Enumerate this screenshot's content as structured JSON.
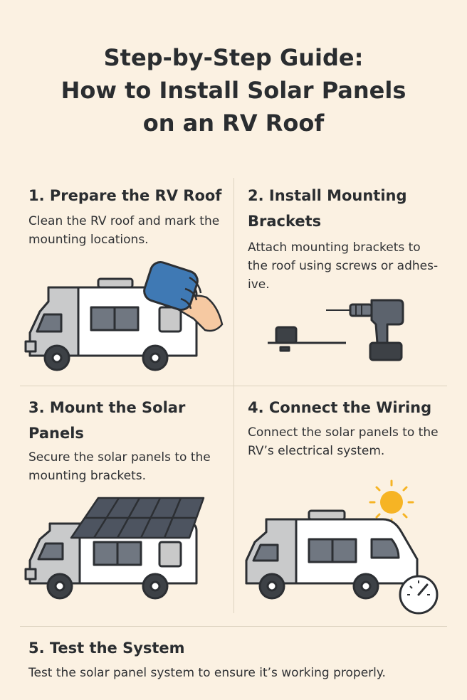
{
  "title": {
    "line1": "Step-by-Step Guide:",
    "line2": "How to Install Solar Panels",
    "line3": "on an RV Roof"
  },
  "steps": [
    {
      "title": "1. Prepare the RV Roof",
      "text": "Clean the RV roof and mark the mounting locations.",
      "illustration": "rv-cleaning-sponge"
    },
    {
      "title": "2. Install Mounting Brackets",
      "text": "Attach mounting brackets to the roof using screws or adhes-ive.",
      "illustration": "drill-bracket"
    },
    {
      "title": "3. Mount the Solar Panels",
      "text": "Secure the solar panels to the mounting brackets.",
      "illustration": "rv-solar-panels"
    },
    {
      "title": "4. Connect the Wiring",
      "text": "Connect the solar panels to the RV’s electrical system.",
      "illustration": "rv-sun-meter"
    },
    {
      "title": "5. Test the System",
      "text": "Test the solar panel system to ensure it’s working properly.",
      "illustration": "none"
    }
  ],
  "colors": {
    "background": "#fbf1e2",
    "sponge": "#3f79b4",
    "sun": "#f6b424",
    "panel": "#4d5460",
    "outline": "#2c2f33"
  }
}
